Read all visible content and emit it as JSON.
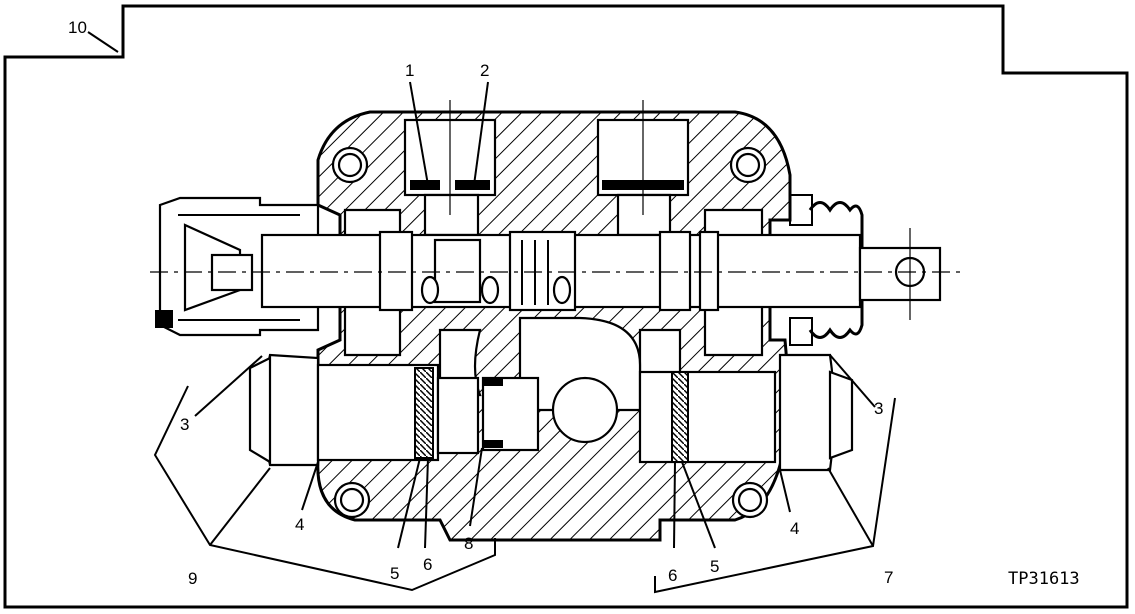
{
  "figure": {
    "drawing_code": "TP31613",
    "labels": {
      "c1": "1",
      "c2": "2",
      "c3_left": "3",
      "c3_right": "3",
      "c4_left": "4",
      "c4_right": "4",
      "c5_left": "5",
      "c5_right": "5",
      "c6_left": "6",
      "c6_right": "6",
      "c7": "7",
      "c8": "8",
      "c9": "9",
      "c10": "10"
    }
  }
}
